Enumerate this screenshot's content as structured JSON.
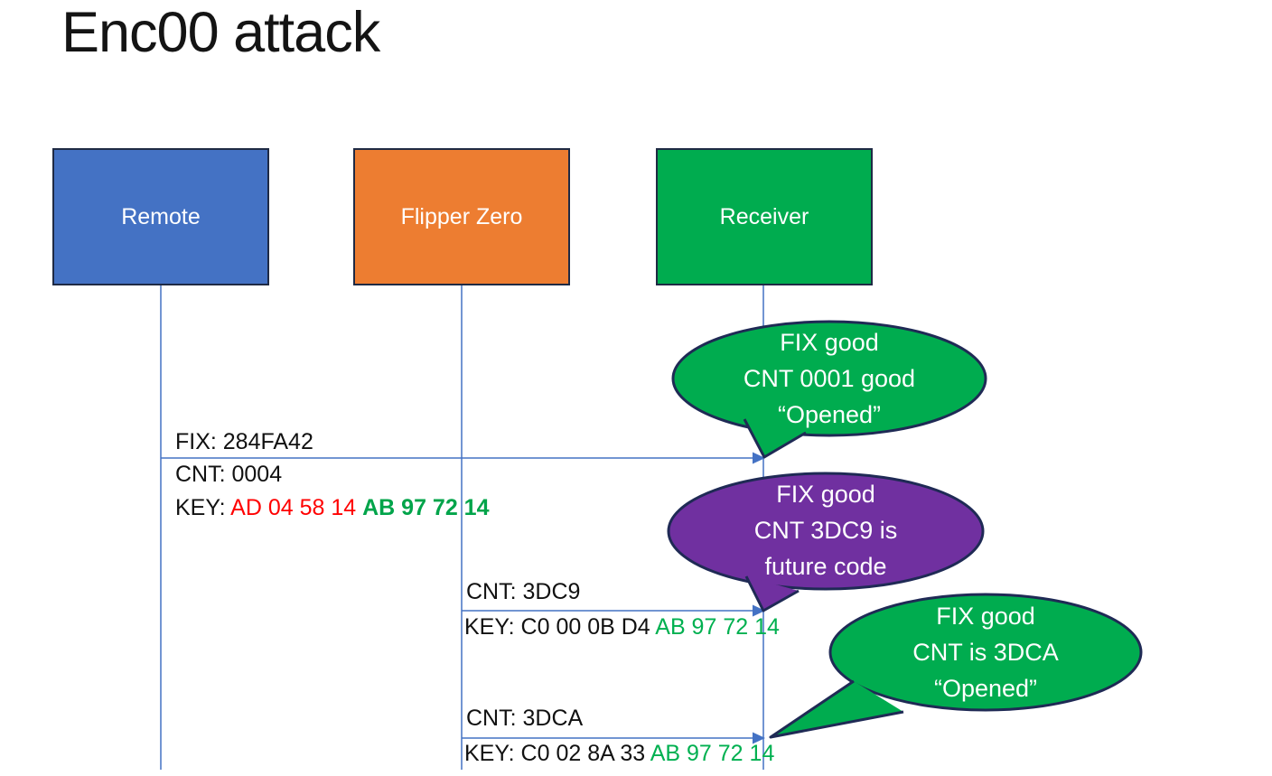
{
  "slide": {
    "title": "Enc00 attack"
  },
  "colors": {
    "actor_blue": "#4472C4",
    "actor_orange": "#ED7D31",
    "actor_green": "#00AC4F",
    "callout_green": "#00AC4F",
    "callout_purple": "#7030A0",
    "outline_navy": "#1F2A55",
    "line_blue": "#4472C4",
    "key_changing_red": "#FF0000",
    "key_fixed_green": "#00B050",
    "text_white": "#FFFFFF",
    "text_black": "#111111"
  },
  "actors": {
    "remote": {
      "label": "Remote"
    },
    "flipper": {
      "label": "Flipper Zero"
    },
    "receiver": {
      "label": "Receiver"
    }
  },
  "messages": {
    "m1": {
      "fix": "FIX: 284FA42",
      "cnt": "CNT: 0004",
      "key_prefix": "KEY: ",
      "key_changing": "AD 04 58 14 ",
      "key_fixed": "AB 97 72 14"
    },
    "m2": {
      "cnt": "CNT: 3DC9",
      "key_prefix": "KEY: ",
      "key_changing": "C0 00 0B D4 ",
      "key_fixed": "AB 97 72 14"
    },
    "m3": {
      "cnt": "CNT: 3DCA",
      "key_prefix": "KEY: ",
      "key_changing": "C0 02 8A 33 ",
      "key_fixed": "AB 97 72 14"
    }
  },
  "callouts": {
    "c1": {
      "line1": "FIX good",
      "line2": "CNT 0001 good",
      "line3": "“Opened”"
    },
    "c2": {
      "line1": "FIX good",
      "line2": "CNT 3DC9 is",
      "line3": "future code"
    },
    "c3": {
      "line1": "FIX good",
      "line2": "CNT is 3DCA",
      "line3": "“Opened”"
    }
  }
}
